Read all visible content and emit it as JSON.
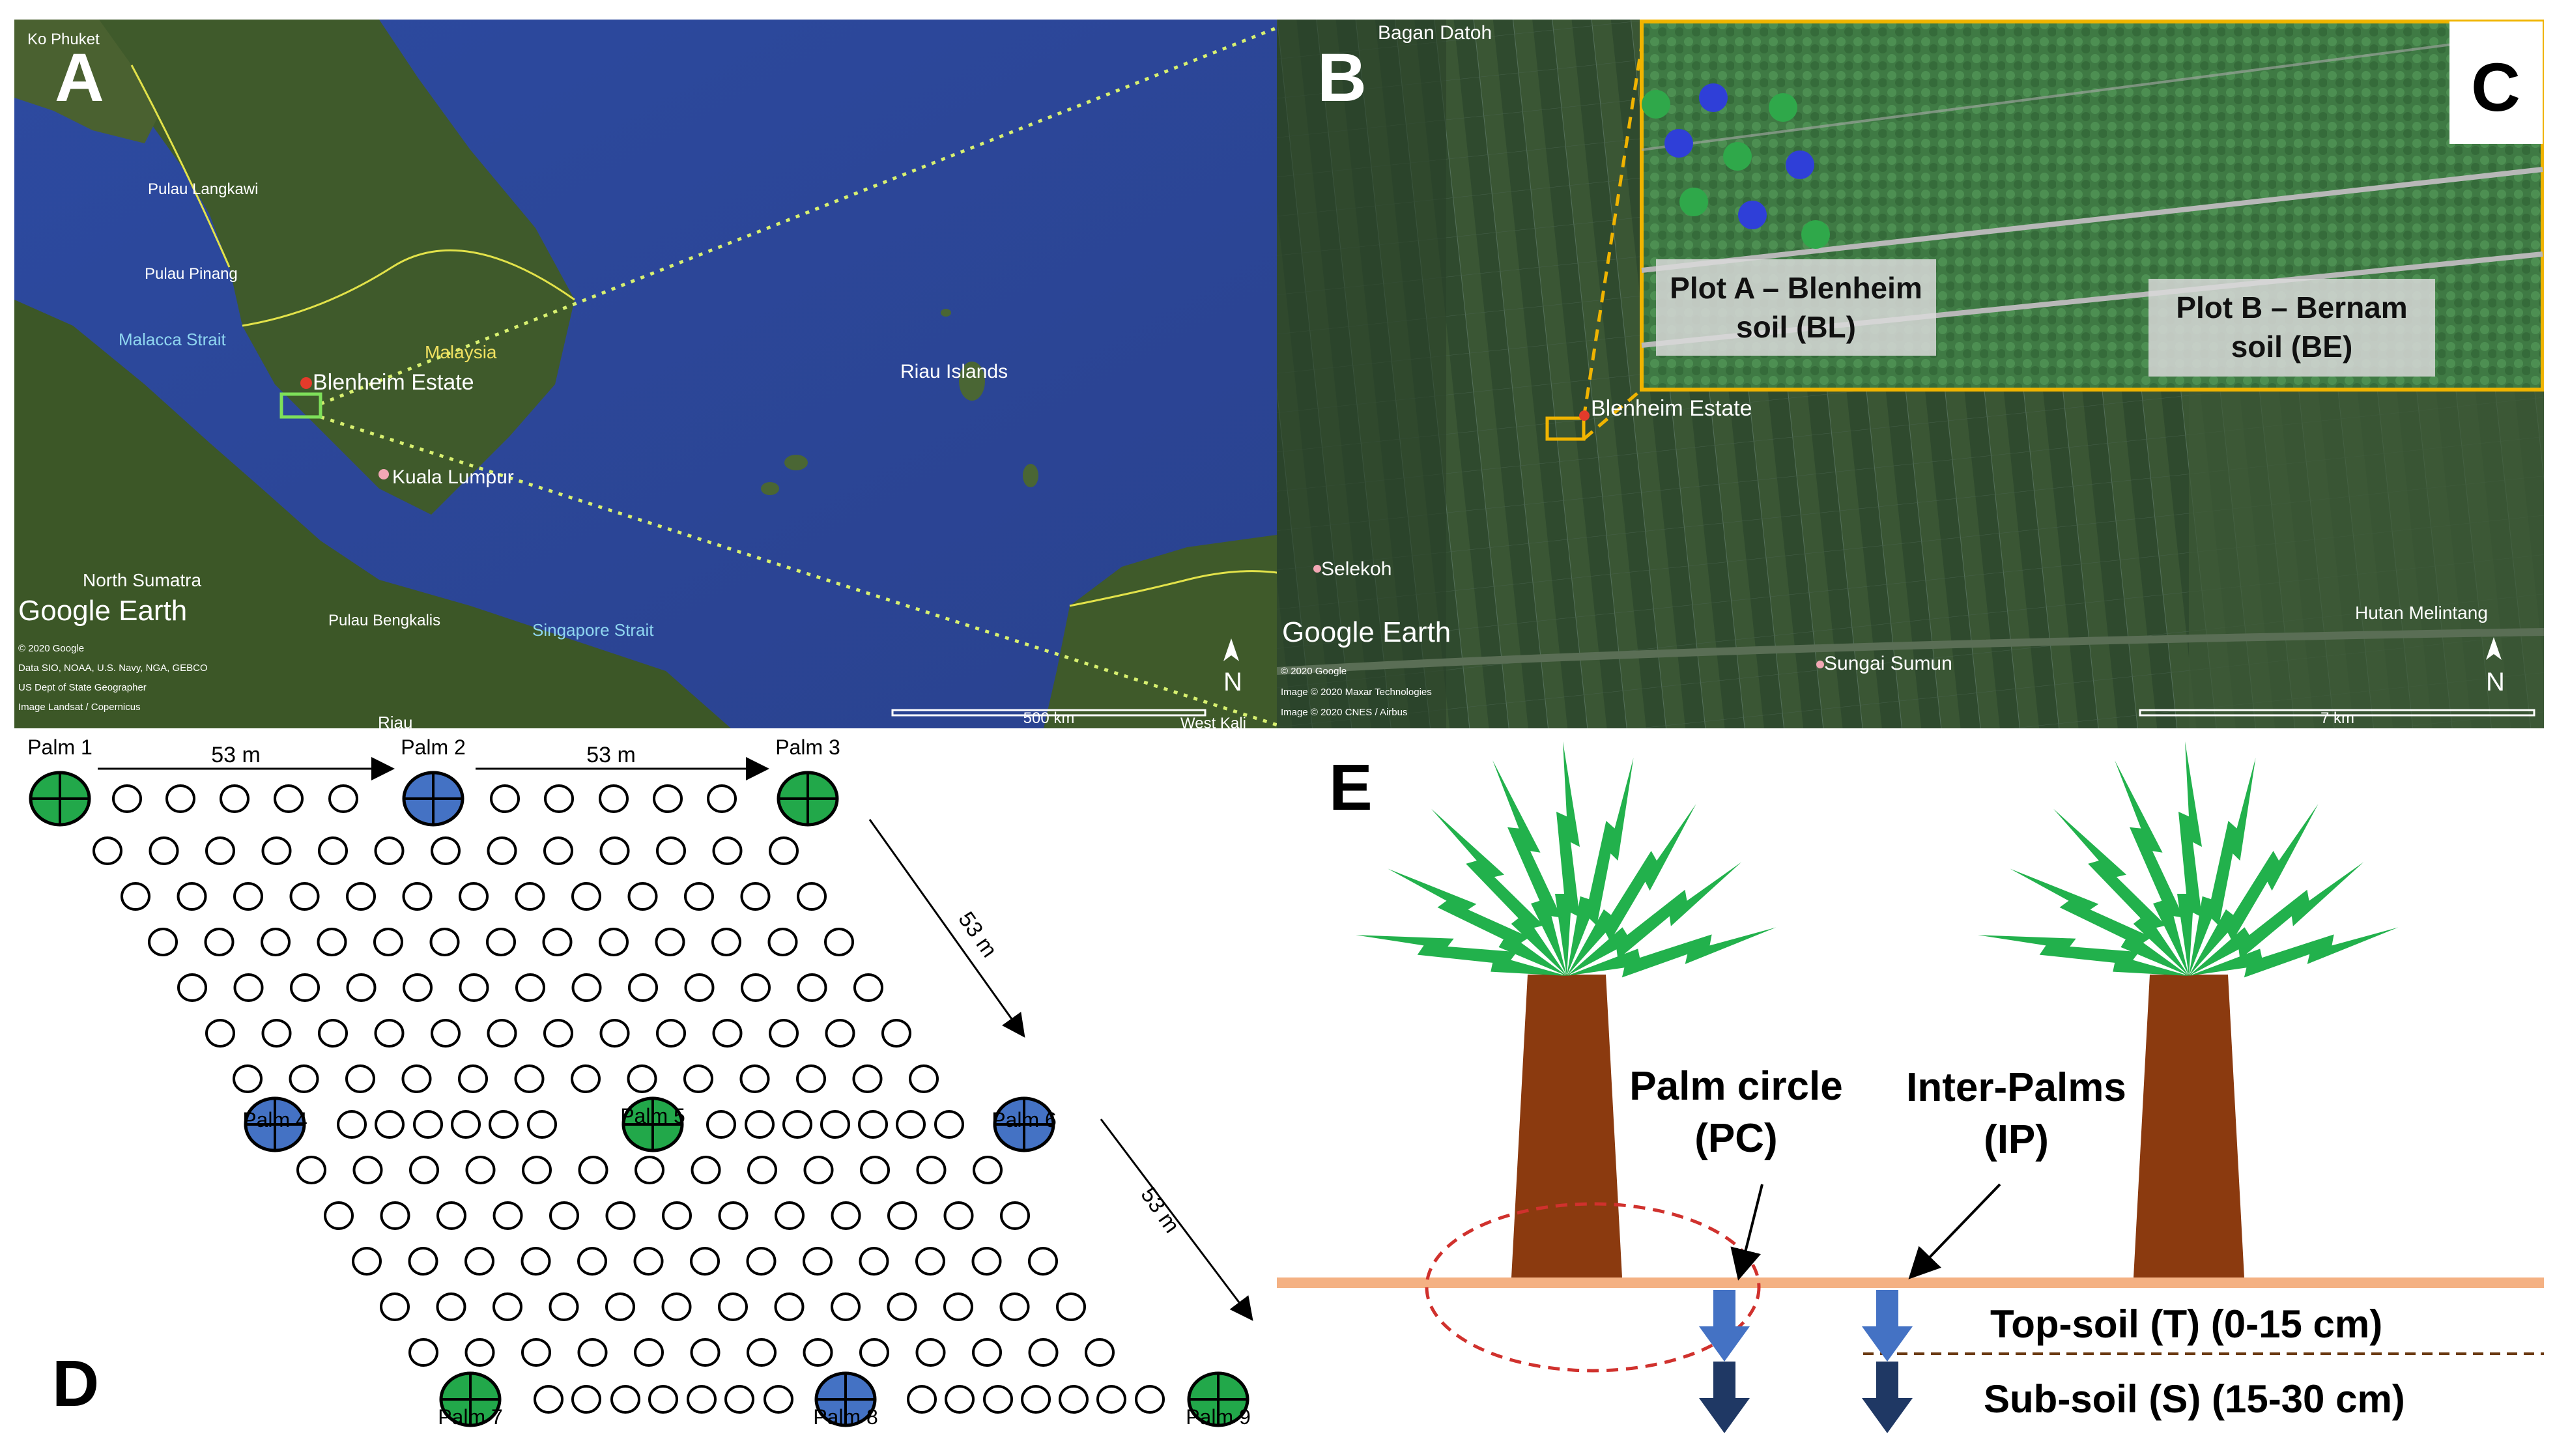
{
  "panel_a": {
    "letter": "A",
    "place_labels": [
      "Ko Phuket",
      "Pulau Langkawi",
      "Pulau Pinang",
      "Malacca Strait",
      "Malaysia",
      "Blenheim Estate",
      "Riau Islands",
      "Kuala Lumpur",
      "North Sumatra",
      "Pulau Bengkalis",
      "Singapore Strait",
      "Riau",
      "West Kali"
    ],
    "logo": "Google Earth",
    "credits": [
      "© 2020 Google",
      "Data SIO, NOAA, U.S. Navy, NGA, GEBCO",
      "US Dept of State Geographer",
      "Image Landsat / Copernicus"
    ],
    "scale": "500 km",
    "north": "N"
  },
  "panel_b": {
    "letter": "B",
    "place_labels": [
      "Bagan Datoh",
      "Blenheim Estate",
      "Selekoh",
      "Sungai Sumun",
      "Hutan Melintang"
    ],
    "logo": "Google Earth",
    "credits": [
      "© 2020 Google",
      "Image © 2020 Maxar Technologies",
      "Image © 2020 CNES / Airbus"
    ],
    "scale": "7 km",
    "north": "N"
  },
  "panel_c": {
    "letter": "C",
    "plot_a_line1": "Plot A – Blenheim",
    "plot_a_line2": "soil (BL)",
    "plot_b_line1": "Plot B – Bernam",
    "plot_b_line2": "soil (BE)",
    "dot_colors": {
      "green": "#2fa84a",
      "blue": "#2f3fd8"
    }
  },
  "panel_d": {
    "letter": "D",
    "distance_label": "53 m",
    "palms": [
      {
        "label": "Palm 1",
        "color": "green"
      },
      {
        "label": "Palm 2",
        "color": "blue"
      },
      {
        "label": "Palm 3",
        "color": "green"
      },
      {
        "label": "Palm 4",
        "color": "blue"
      },
      {
        "label": "Palm 5",
        "color": "green"
      },
      {
        "label": "Palm 6",
        "color": "blue"
      },
      {
        "label": "Palm 7",
        "color": "green"
      },
      {
        "label": "Palm 8",
        "color": "blue"
      },
      {
        "label": "Palm 9",
        "color": "green"
      }
    ],
    "colors": {
      "green": "#22a84a",
      "blue": "#4472c4"
    }
  },
  "panel_e": {
    "letter": "E",
    "palm_circle_line1": "Palm circle",
    "palm_circle_line2": "(PC)",
    "inter_palms_line1": "Inter-Palms",
    "inter_palms_line2": "(IP)",
    "topsoil": "Top-soil (T) (0-15 cm)",
    "subsoil": "Sub-soil (S) (15-30 cm)",
    "colors": {
      "frond": "#22b14c",
      "trunk": "#8b3a0f",
      "ground": "#f4b183",
      "arrow_light": "#4472c4",
      "arrow_dark": "#1f3864",
      "circle": "#d0312d"
    }
  }
}
